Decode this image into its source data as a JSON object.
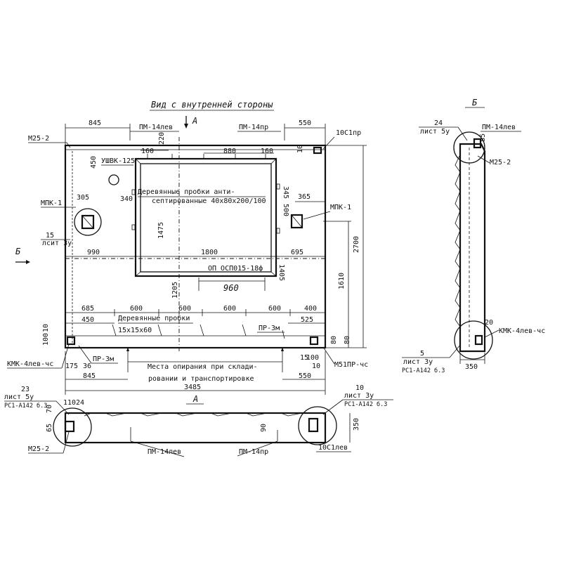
{
  "title": "Вид с внутренней стороны",
  "section_marks": {
    "a_top": "А",
    "a_bottom": "А",
    "b_left": "Б",
    "b_right": "Б"
  },
  "panel_label": "ОП ОСП015-18ф",
  "callouts": {
    "m25_top": "М25-2",
    "pm14_lev_top": "ПМ-14лев",
    "pm14_pr_top": "ПМ-14пр",
    "ioc_pr": "10С1пр",
    "ushvk": "УШВК-125",
    "mpk_left": "МПК-1",
    "mpk_right": "МПК-1",
    "wood_plugs_line1": "Деревянные пробки анти-",
    "wood_plugs_line2": "септированные 40х80х200/100",
    "leaf_15": "15",
    "leaf_sheet": "лсит 3у",
    "wood_plugs2_line1": "Деревянные пробки",
    "wood_plugs2_line2": "15х15х60",
    "pr3m_right": "ПР-3м",
    "pr3m_left": "ПР-3м",
    "kmk_left": "КМК-4лев-чс",
    "m51": "М51ПР-чс",
    "support_line1": "Места опирания при склади-",
    "support_line2": "ровании и транспортировке",
    "side_pm14": "ПМ-14лев",
    "side_24": "24",
    "side_sheet5": "лист 5у",
    "side_m25": "М25-2",
    "side_kmk": "КМК-4лев-чс",
    "side_5": "5",
    "side_sheet3": "лист 3у",
    "side_rc": "РС1-А142 б.3",
    "bot_23": "23",
    "bot_sheet5": "лист 5у",
    "bot_rc": "РС1-А142 б.3",
    "bot_10": "10",
    "bot_sheet3": "лист 3у",
    "bot_rc2": "РС1-А142 б.3",
    "bot_m25": "М25-2",
    "bot_pm14lev": "ПМ-14лев",
    "bot_pm14pr": "ПМ-14пр",
    "bot_ioc": "10С1лев"
  },
  "dims": {
    "d845_top": "845",
    "d550_top": "550",
    "d220": "220",
    "d160a": "160",
    "d880": "880",
    "d160b": "160",
    "d10": "10",
    "d450": "450",
    "d345": "345",
    "d305": "305",
    "d340": "340",
    "d365": "365",
    "d500": "500",
    "d1475": "1475",
    "d990": "990",
    "d1800": "1800",
    "d695": "695",
    "d2700": "2700",
    "d1610": "1610",
    "d1405": "1405",
    "d960": "960",
    "d1205": "1205",
    "d685": "685",
    "d600a": "600",
    "d600b": "600",
    "d600c": "600",
    "d600d": "600",
    "d400": "400",
    "d450b": "450",
    "d525": "525",
    "d100": "100",
    "d10b": "10",
    "d80a": "80",
    "d80b": "80",
    "d175": "175",
    "d36": "36",
    "d15": "15",
    "d100b": "100",
    "d10c": "10",
    "d845_bot": "845",
    "d550_bot": "550",
    "d3485": "3485",
    "b_110": "110",
    "b_24": "24",
    "b_70": "70",
    "b_65": "65",
    "b_90": "90",
    "b_350": "350",
    "s_85": "85",
    "s_20": "20",
    "s_350": "350"
  }
}
